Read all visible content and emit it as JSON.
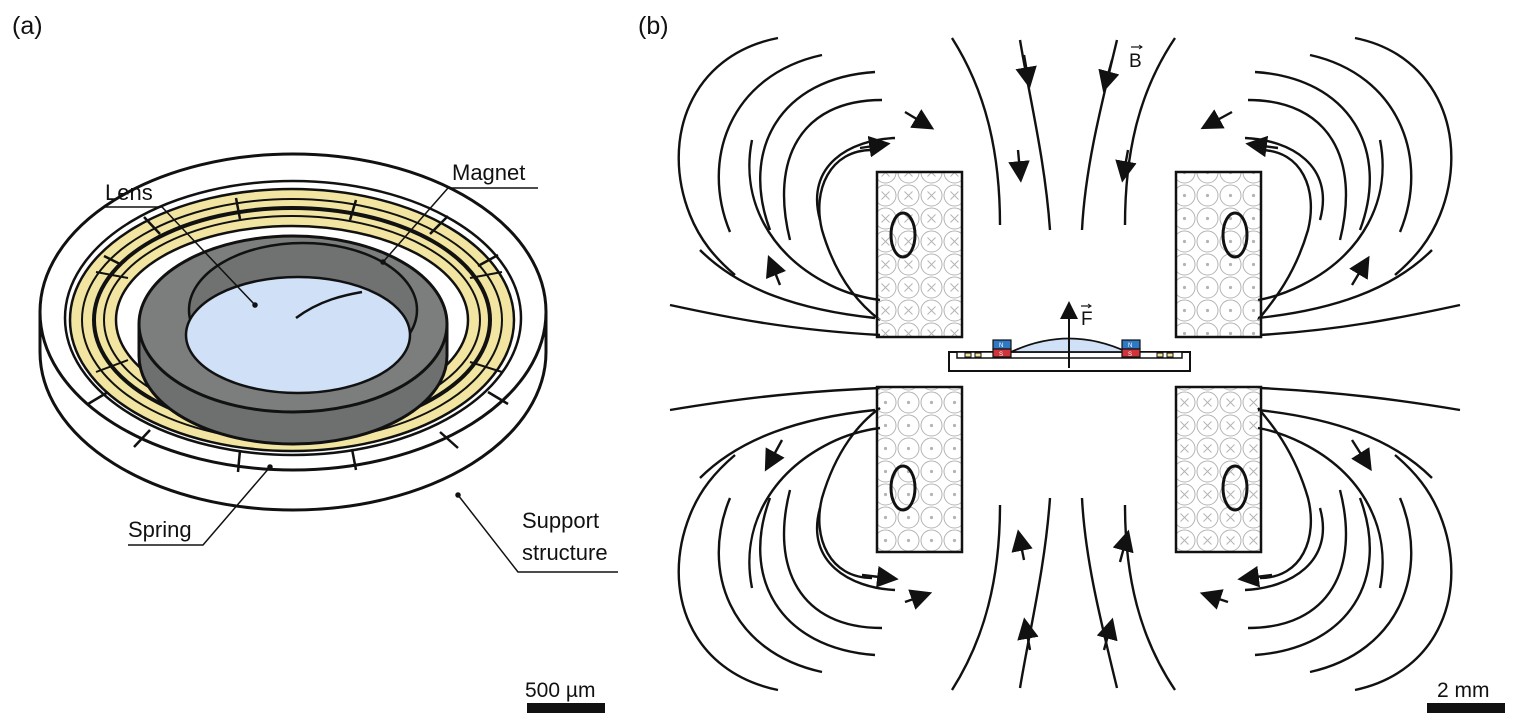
{
  "panel_a": {
    "tag": "(a)",
    "labels": {
      "lens": "Lens",
      "magnet": "Magnet",
      "spring": "Spring",
      "support_line1": "Support",
      "support_line2": "structure"
    },
    "scale_bar": "500 µm"
  },
  "panel_b": {
    "tag": "(b)",
    "field_label": "B",
    "force_label": "F",
    "magnet_poles": {
      "north": "N",
      "south": "S"
    },
    "scale_bar": "2 mm"
  },
  "colors": {
    "lens": "#cfe0f7",
    "magnet_ring": "#7b7e7d",
    "spring": "#f1e5a1",
    "north_pole": "#2f78c4",
    "south_pole": "#d0343b"
  }
}
